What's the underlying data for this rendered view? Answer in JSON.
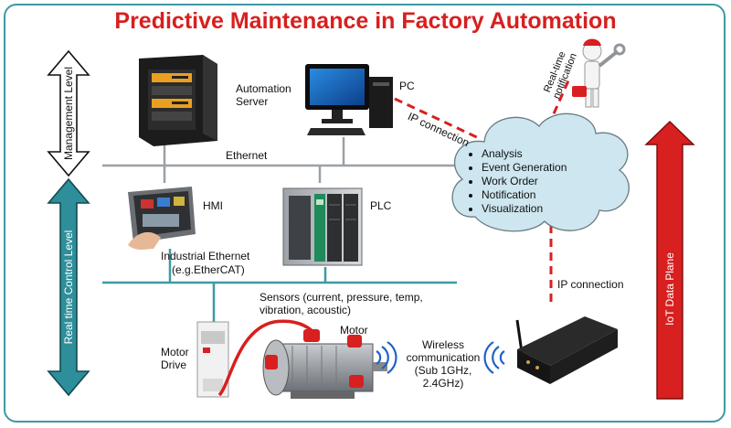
{
  "title": "Predictive Maintenance in Factory Automation",
  "levels": {
    "management": "Management Level",
    "realtime": "Real time Control Level",
    "iot": "IoT Data Plane"
  },
  "devices": {
    "server": "Automation Server",
    "pc": "PC",
    "hmi": "HMI",
    "plc": "PLC",
    "motor": "Motor",
    "motor_drive": "Motor Drive"
  },
  "networks": {
    "ethernet": "Ethernet",
    "industrial_ethernet": "Industrial Ethernet",
    "industrial_ethernet_note": "(e.g.EtherCAT)"
  },
  "links": {
    "ip_connection_pc": "IP connection",
    "ip_connection_gateway": "IP connection",
    "realtime_notification": "Real-time notification"
  },
  "sensors": "Sensors (current, pressure, temp, vibration, acoustic)",
  "wireless": {
    "line1": "Wireless",
    "line2": "communication",
    "line3": "(Sub 1GHz,",
    "line4": "2.4GHz)"
  },
  "cloud_items": [
    "Analysis",
    "Event Generation",
    "Work Order",
    "Notification",
    "Visualization"
  ],
  "colors": {
    "title": "#d7201f",
    "frame": "#3d9aa3",
    "bus": "#9aa0a6",
    "industrial_bus": "#3d9aa3",
    "ip_link": "#d7201f",
    "teal_arrow": "#2e8e9a",
    "red_arrow": "#d7201f",
    "cloud": "#cde6ef"
  }
}
